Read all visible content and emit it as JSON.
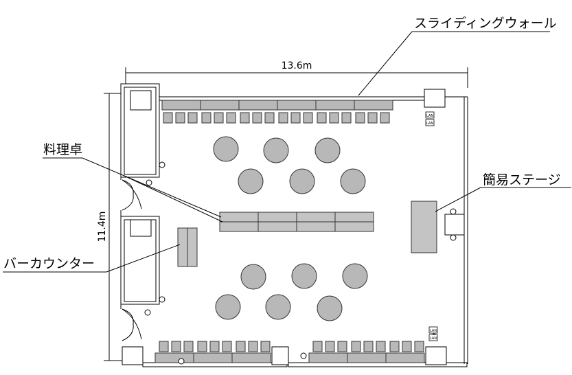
{
  "labels": {
    "sliding_wall": "スライディングウォール",
    "dim_width": "13.6m",
    "dim_height": "11.4m",
    "cooking_table": "料理卓",
    "simple_stage": "簡易ステージ",
    "bar_counter": "バーカウンター",
    "lan": "LAN"
  },
  "colors": {
    "wall": "#000000",
    "furniture_fill": "#b8b8b8",
    "furniture_stroke": "#333333",
    "table_fill": "#c4c4c4"
  },
  "icons": {
    "outlet": "outlet-icon",
    "lan_port": "lan-port-icon"
  }
}
